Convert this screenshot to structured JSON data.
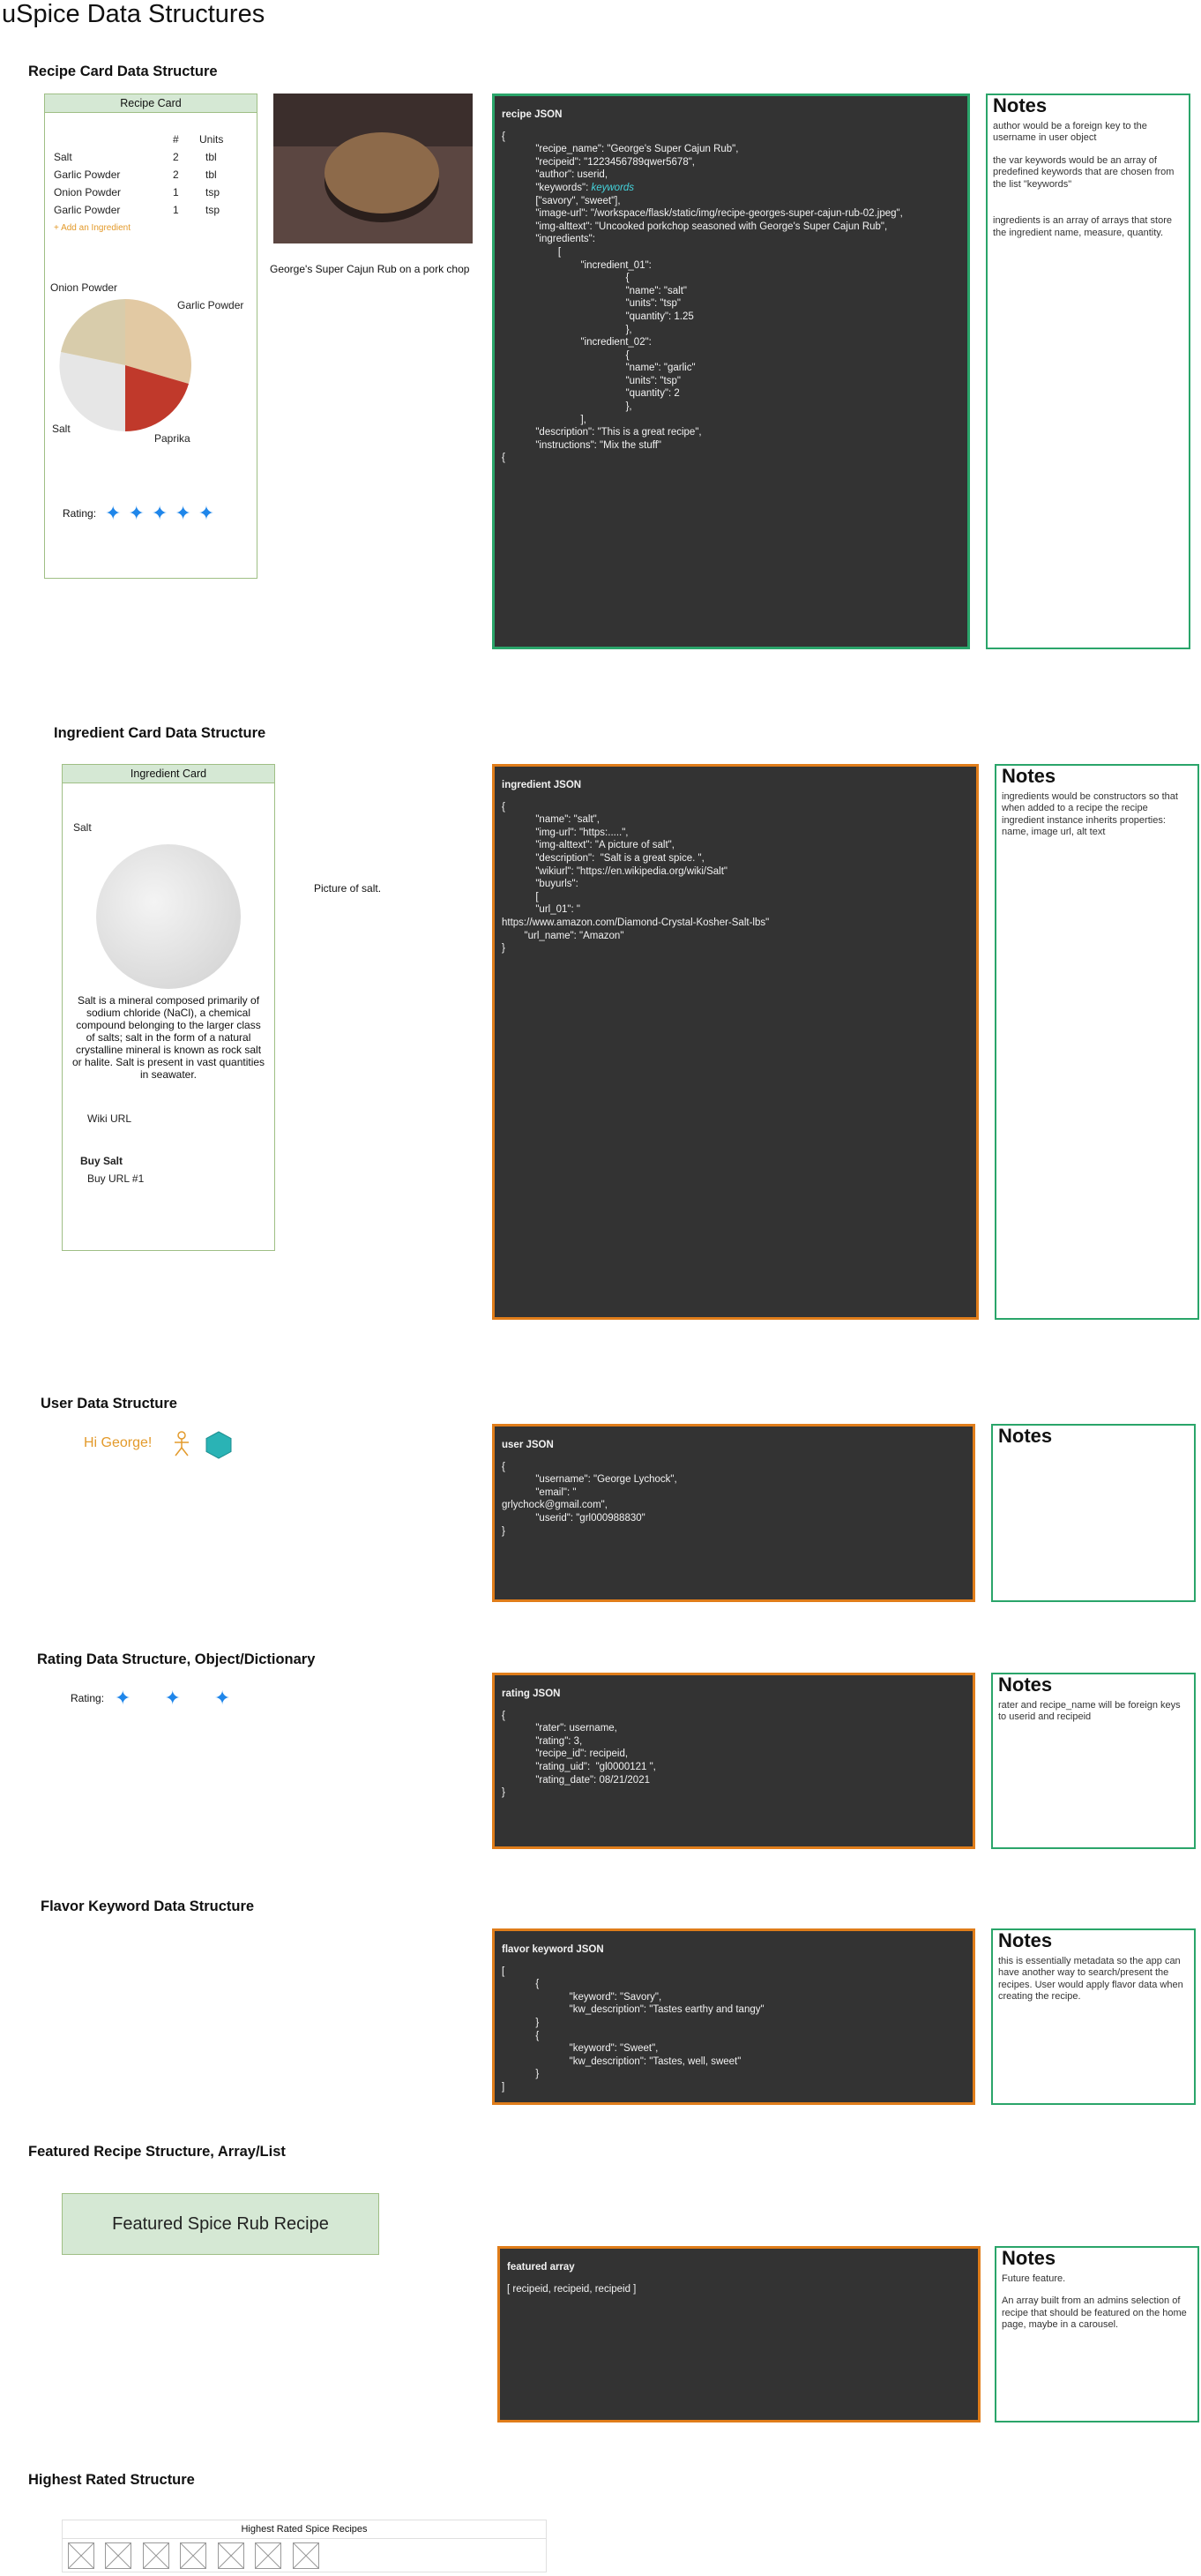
{
  "page_title": "uSpice Data Structures",
  "recipe_section": {
    "title": "Recipe Card Data Structure",
    "card_header": "Recipe Card",
    "col_count": "#",
    "col_units": "Units",
    "ingredients": [
      {
        "name": "Salt",
        "qty": "2",
        "unit": "tbl"
      },
      {
        "name": "Garlic Powder",
        "qty": "2",
        "unit": "tbl"
      },
      {
        "name": "Onion Powder",
        "qty": "1",
        "unit": "tsp"
      },
      {
        "name": "Garlic Powder",
        "qty": "1",
        "unit": "tsp"
      }
    ],
    "add_ingredient": "+ Add an Ingredient",
    "pie_labels": {
      "onion": "Onion Powder",
      "garlic": "Garlic Powder",
      "salt": "Salt",
      "paprika": "Paprika"
    },
    "rating_label": "Rating:",
    "rating_stars": 5,
    "photo_caption": "George's Super Cajun Rub on a pork chop",
    "json_title": "recipe JSON",
    "json_lines": [
      "{",
      "            \"recipe_name\": \"George's Super Cajun Rub\",",
      "            \"recipeid\": \"1223456789qwer5678\",",
      "            \"author\": userid,",
      "            \"keywords\": ",
      "            [\"savory\", \"sweet\"],",
      "            \"image-url\": \"/workspace/flask/static/img/recipe-georges-super-cajun-rub-02.jpeg\",",
      "            \"img-alttext\": \"Uncooked porkchop seasoned with George's Super Cajun Rub\",",
      "            \"ingredients\":",
      "                    [",
      "                            \"incredient_01\":",
      "                                            {",
      "                                            \"name\": \"salt\"",
      "                                            \"units\": \"tsp\"",
      "                                            \"quantity\": 1.25",
      "                                            },",
      "                            \"incredient_02\":",
      "                                            {",
      "                                            \"name\": \"garlic\"",
      "                                            \"units\": \"tsp\"",
      "                                            \"quantity\": 2",
      "                                            },",
      "                            ],",
      "            \"description\": \"This is a great recipe\",",
      "            \"instructions\": \"Mix the stuff\"",
      "{"
    ],
    "keywords_value": "keywords",
    "notes_title": "Notes",
    "notes": [
      "author would be a foreign key to the username in user object",
      "the var keywords would be an array of predefined keywords that are chosen from the list \"keywords\"",
      "ingredients is an array of arrays that store the ingredient name, measure, quantity."
    ]
  },
  "ingredient_section": {
    "title": "Ingredient Card Data Structure",
    "card_header": "Ingredient Card",
    "name": "Salt",
    "description": "Salt is a mineral composed primarily of sodium chloride (NaCl), a chemical compound belonging to the larger class of salts; salt in the form of a natural crystalline mineral is known as rock salt or halite. Salt is present in vast quantities in seawater.",
    "wiki": "Wiki URL",
    "buy_title": "Buy Salt",
    "buy_link": "Buy URL #1",
    "picture_caption": "Picture of salt.",
    "json_title": "ingredient JSON",
    "json_lines": [
      "{",
      "            \"name\": \"salt\",",
      "            \"img-url\": \"https:.....\",",
      "            \"img-alttext\": \"A picture of salt\",",
      "            \"description\":  \"Salt is a great spice. \",",
      "            \"wikiurl\": \"https://en.wikipedia.org/wiki/Salt\"",
      "            \"buyurls\":",
      "            [",
      "            \"url_01\": \"",
      "https://www.amazon.com/Diamond-Crystal-Kosher-Salt-lbs\"",
      "        \"url_name\": \"Amazon\"",
      "}"
    ],
    "notes_title": "Notes",
    "notes": [
      "ingredients would be constructors so that when added to a recipe the recipe ingredient instance inherits properties: name, image url, alt text"
    ]
  },
  "user_section": {
    "title": "User Data Structure",
    "greeting": "Hi George!",
    "json_title": "user JSON",
    "json_lines": [
      "{",
      "            \"username\": \"George Lychock\",",
      "            \"email\": \"",
      "grlychock@gmail.com\",",
      "            \"userid\": \"grl000988830\"",
      "}"
    ],
    "notes_title": "Notes",
    "notes": []
  },
  "rating_section": {
    "title": "Rating Data Structure, Object/Dictionary",
    "rating_label": "Rating:",
    "rating_stars": 3,
    "json_title": "rating JSON",
    "json_lines": [
      "{",
      "            \"rater\": username,",
      "            \"rating\": 3,",
      "            \"recipe_id\": recipeid,",
      "            \"rating_uid\":  \"gl0000121 \",",
      "            \"rating_date\": 08/21/2021",
      "}"
    ],
    "notes_title": "Notes",
    "notes": [
      "rater and recipe_name will be foreign keys to userid and recipeid"
    ]
  },
  "flavor_section": {
    "title": "Flavor Keyword Data Structure",
    "json_title": "flavor keyword JSON",
    "json_lines": [
      "[",
      "            {",
      "                        \"keyword\": \"Savory\",",
      "                        \"kw_description\": \"Tastes earthy and tangy\"",
      "            }",
      "            {",
      "                        \"keyword\": \"Sweet\",",
      "                        \"kw_description\": \"Tastes, well, sweet\"",
      "            }",
      "]"
    ],
    "notes_title": "Notes",
    "notes": [
      "this is essentially metadata so the app can have another way to search/present the recipes. User would apply flavor data when creating the recipe."
    ]
  },
  "featured_section": {
    "title": "Featured Recipe Structure, Array/List",
    "button": "Featured Spice Rub Recipe",
    "json_title": "featured array",
    "json_lines": [
      "[ recipeid, recipeid, recipeid ]"
    ],
    "notes_title": "Notes",
    "notes": [
      "Future feature.",
      "An array built from an admins selection of recipe that should be featured on the home page, maybe in a carousel."
    ]
  },
  "highest_section": {
    "title": "Highest Rated Structure",
    "table_header": "Highest Rated Spice Recipes",
    "placeholders": 7
  },
  "colors": {
    "json_bg": "#333333",
    "green_border": "#2aa56a",
    "orange_border": "#e07d1a",
    "card_header_bg": "#d5e8d4",
    "star": "#1f86ea",
    "greeting": "#e39a2b"
  }
}
